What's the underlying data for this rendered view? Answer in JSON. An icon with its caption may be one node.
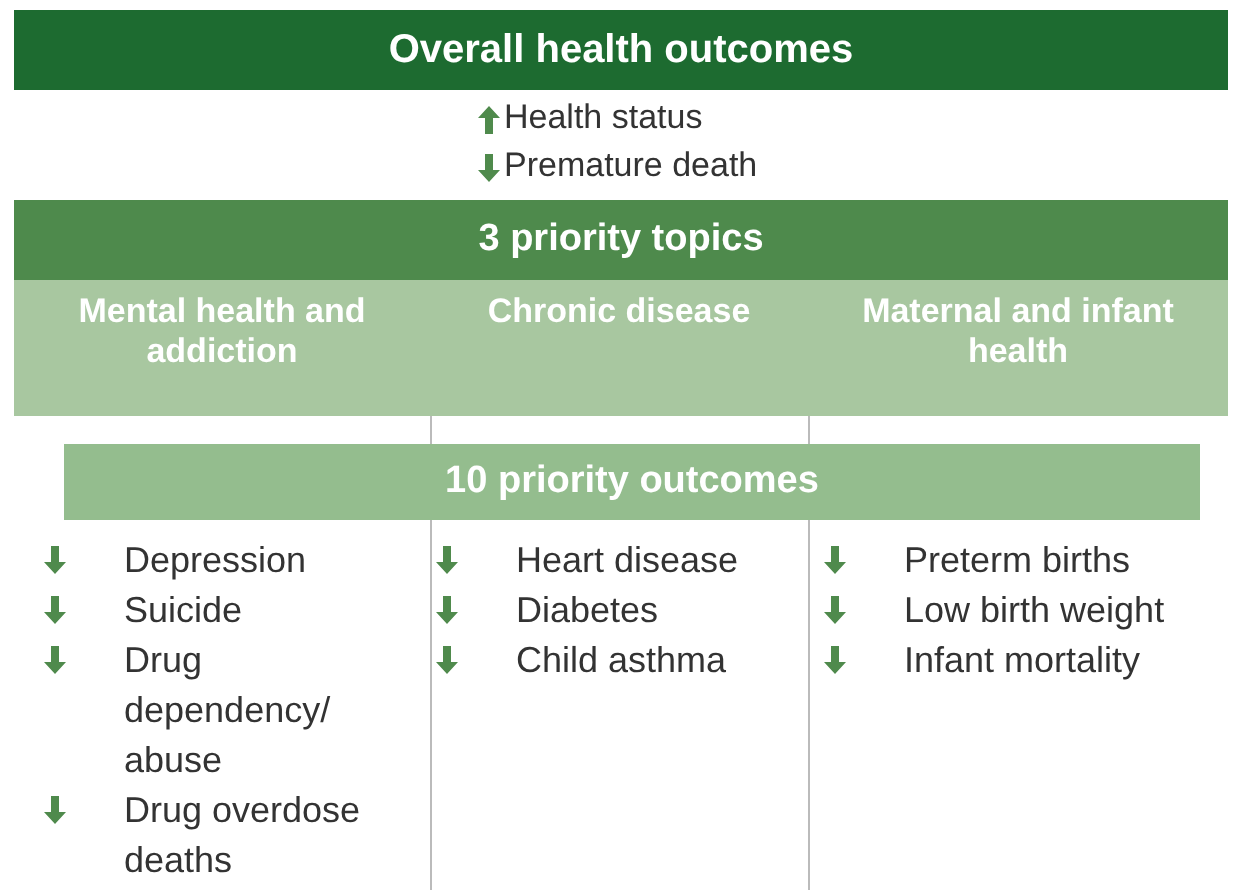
{
  "diagram": {
    "nodes": [
      {
        "text": [
          "Overall health outcomes"
        ]
      },
      {
        "text": [
          "3 priority topics"
        ]
      },
      {
        "text": [
          "Mental health and addiction"
        ]
      },
      {
        "text": [
          "Chronic disease"
        ]
      },
      {
        "text": [
          "Maternal and infant health"
        ]
      },
      {
        "text": [
          "10 priority outcomes"
        ]
      }
    ],
    "edges": [],
    "labels": [
      "Health status",
      "Premature death",
      "Depression",
      "Suicide",
      "Drug dependency/ abuse",
      "Drug overdose deaths",
      "Heart disease",
      "Diabetes",
      "Child asthma",
      "Preterm births",
      "Low birth weight",
      "Infant mortality"
    ]
  }
}
